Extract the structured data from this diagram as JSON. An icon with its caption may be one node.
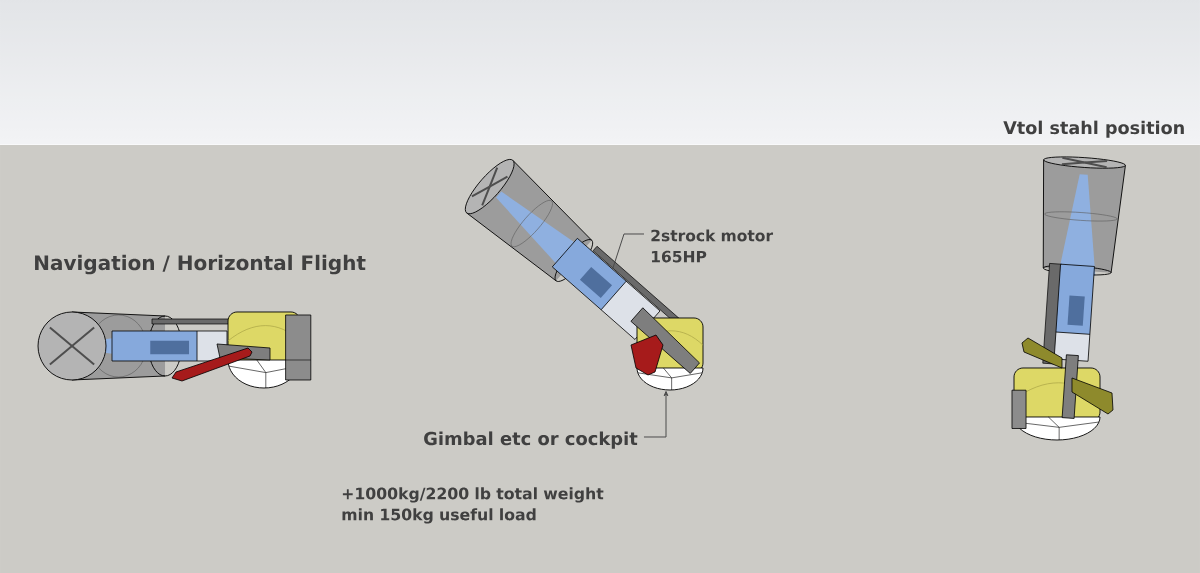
{
  "diagram": {
    "nodes": [
      {
        "text": [
          "2strock motor 165HP"
        ]
      },
      {
        "text": [],
        "shape": "cylinder"
      },
      {
        "text": [],
        "shape": "picture"
      },
      {
        "text": [
          "Gimbal etc or cockpit"
        ]
      }
    ],
    "edges": [
      {
        "from": 0,
        "to": 1,
        "arrow": "none"
      },
      {
        "from": 3,
        "to": 2,
        "arrow": "to"
      }
    ],
    "labels": [
      "Vtol stahl position",
      "Navigation / Horizontal Flight",
      "+1000kg/2200 lb total weight min 150kg useful load"
    ]
  }
}
